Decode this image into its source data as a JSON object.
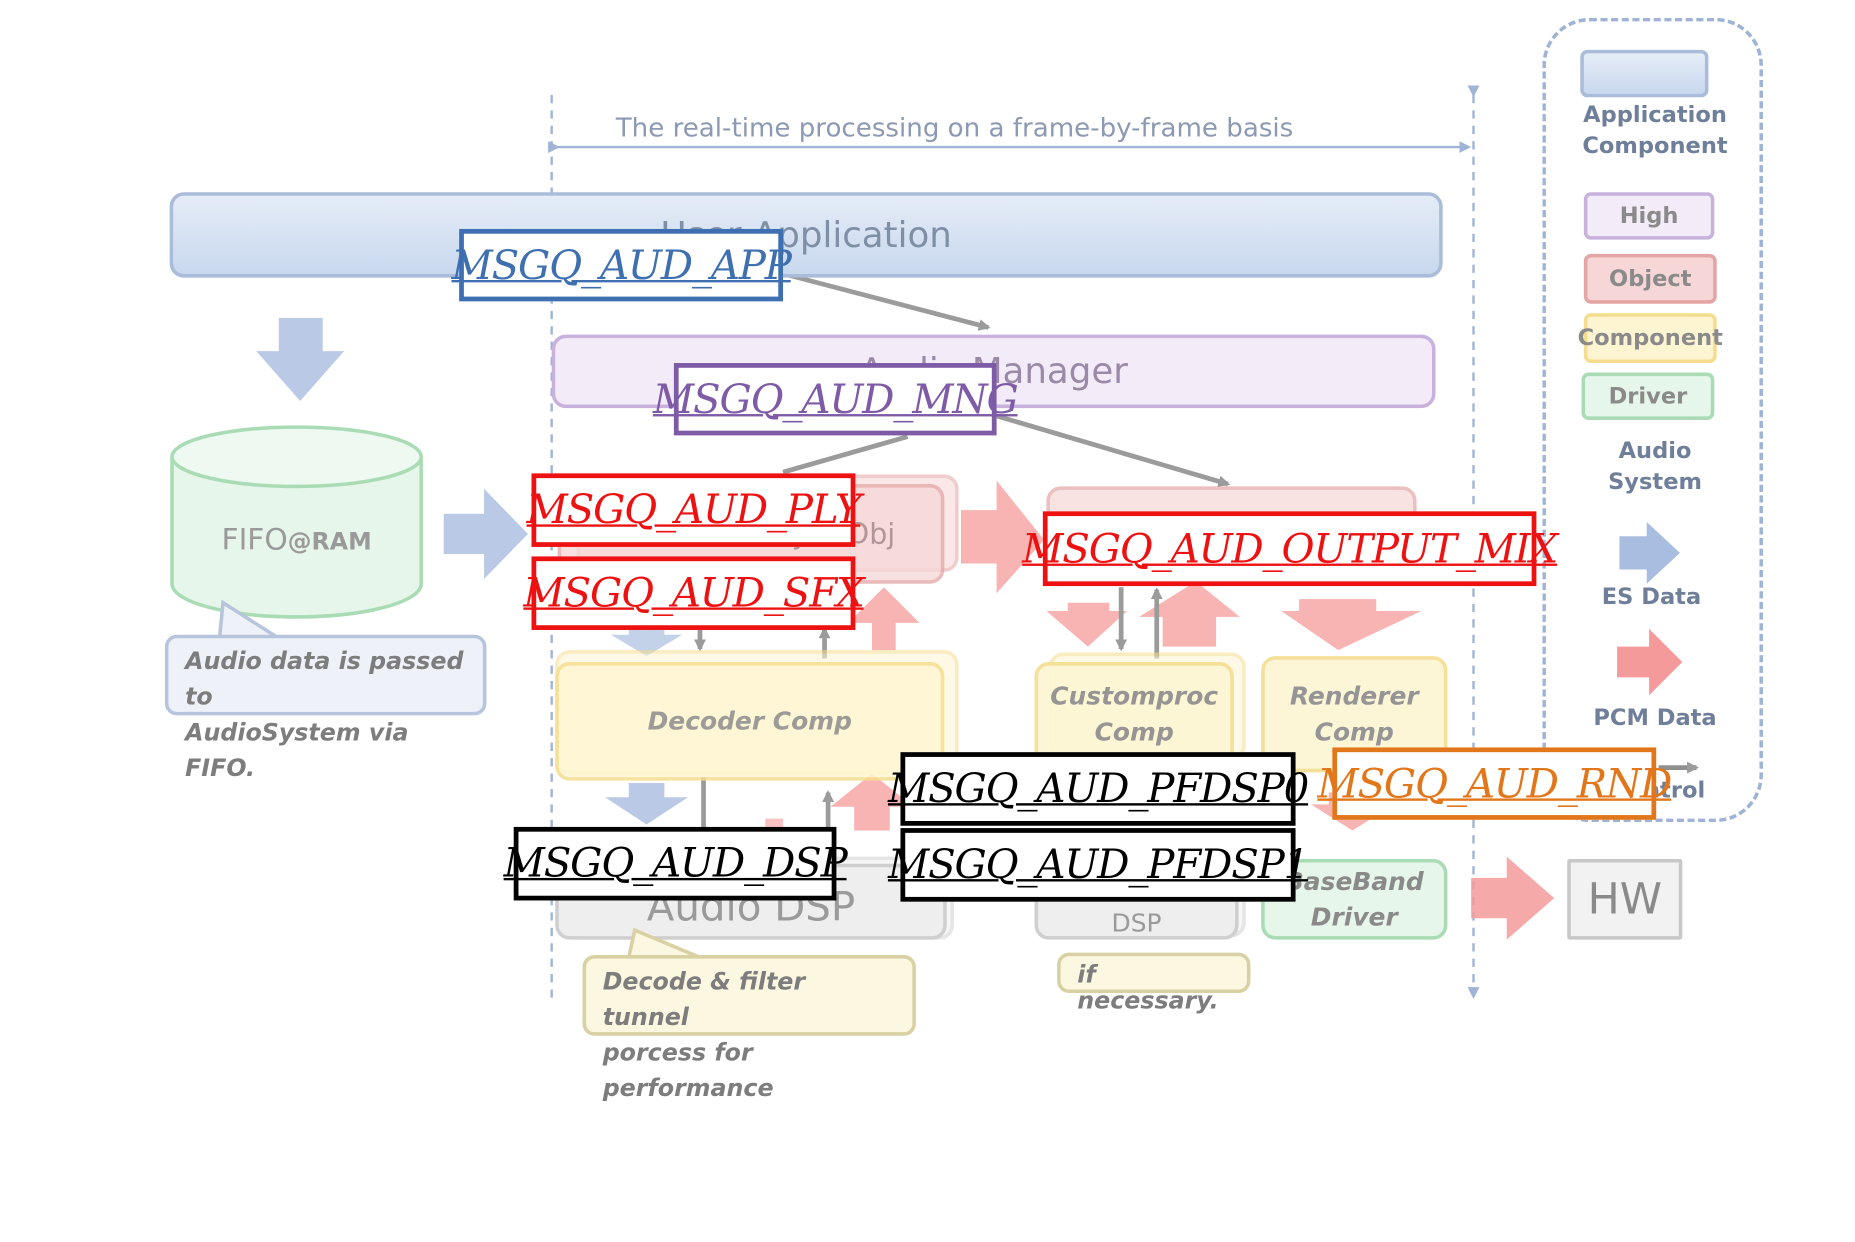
{
  "header": {
    "caption": "The real-time processing on a frame-by-frame basis"
  },
  "blocks": {
    "user_application": "User Application",
    "audio_manager": "Audio Manager",
    "player_obj": "Player Obj",
    "output_mix_obj": "",
    "fifo": "FIFO",
    "fifo_suffix": "@RAM",
    "decoder_comp": "Decoder Comp",
    "customproc_comp": [
      "Customproc",
      "Comp"
    ],
    "renderer_comp": [
      "Renderer",
      "Comp"
    ],
    "audio_dsp": "Audio DSP",
    "dsp": "DSP",
    "baseband_driver": [
      "BaseBand",
      "Driver"
    ],
    "hw": "HW"
  },
  "callouts": {
    "fifo_note": [
      "Audio data is passed to",
      "AudioSystem via FIFO."
    ],
    "dsp_note": [
      "Decode & filter tunnel",
      "porcess for performance"
    ],
    "necessary_note": "if necessary."
  },
  "legend": {
    "application": [
      "Application",
      "Component"
    ],
    "high": "High",
    "object": "Object",
    "component": "Component",
    "driver": "Driver",
    "audio_system": [
      "Audio",
      "System"
    ],
    "es_data": "ES Data",
    "pcm_data": "PCM Data",
    "control": "Control"
  },
  "message_queues": {
    "app": "MSGQ_AUD_APP",
    "mng": "MSGQ_AUD_MNG",
    "ply": "MSGQ_AUD_PLY",
    "sfx": "MSGQ_AUD_SFX",
    "output_mix": "MSGQ_AUD_OUTPUT_MIX",
    "pfdsp0": "MSGQ_AUD_PFDSP0",
    "pfdsp1": "MSGQ_AUD_PFDSP1",
    "dsp": "MSGQ_AUD_DSP",
    "rnd": "MSGQ_AUD_RND"
  },
  "colors": {
    "app": "#3e6fb0",
    "mng": "#7e5ba6",
    "obj": "#ee1111",
    "dsp": "#000000",
    "rnd": "#e2761a",
    "es_arrow": "#a9bde0",
    "pcm_arrow": "#f59a9a",
    "control_arrow": "#8f8f8f"
  }
}
